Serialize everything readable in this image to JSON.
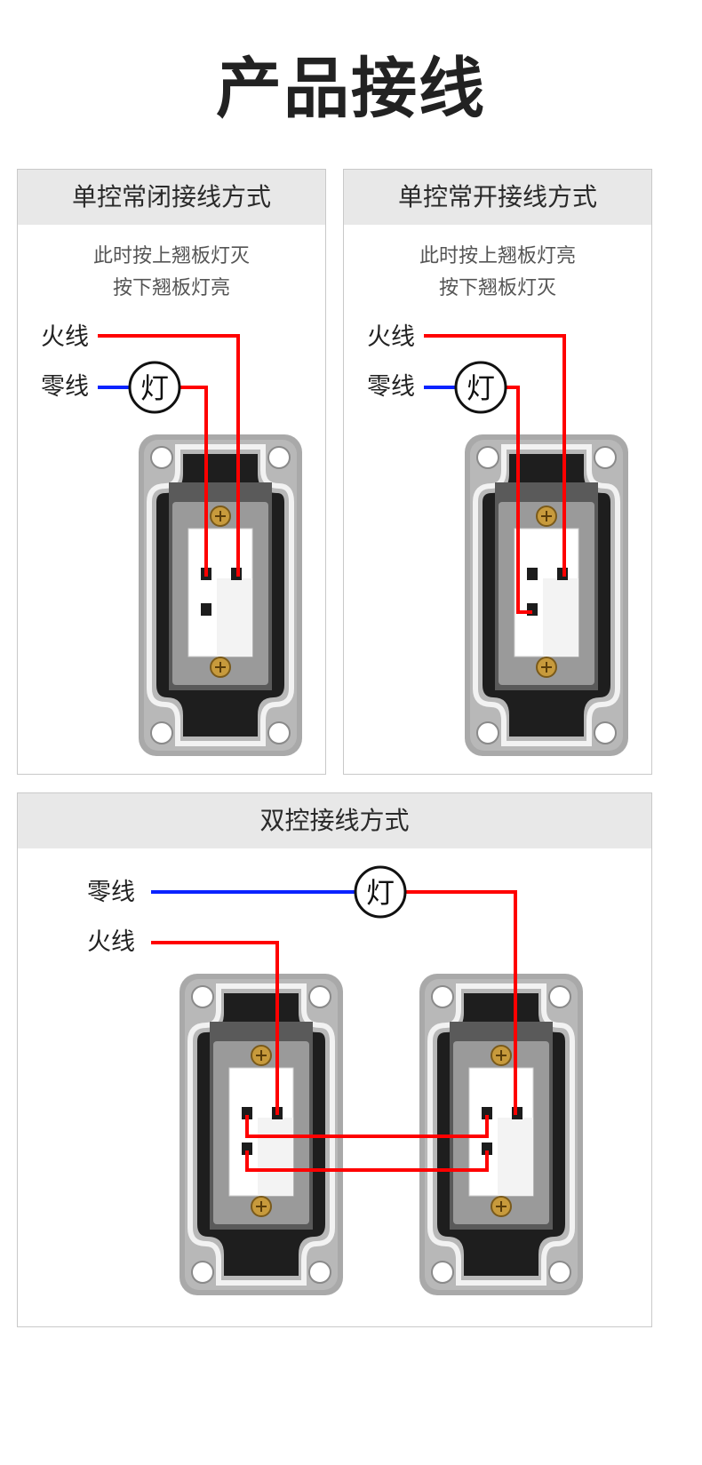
{
  "page_title": "产品接线",
  "panels": {
    "nc": {
      "title": "单控常闭接线方式",
      "desc": [
        "此时按上翘板灯灭",
        "按下翘板灯亮"
      ]
    },
    "no": {
      "title": "单控常开接线方式",
      "desc": [
        "此时按上翘板灯亮",
        "按下翘板灯灭"
      ]
    },
    "dual": {
      "title": "双控接线方式"
    }
  },
  "labels": {
    "live": "火线",
    "neutral": "零线",
    "lamp": "灯"
  },
  "colors": {
    "live_wire": "#ff0000",
    "neutral_wire": "#0a23ff",
    "header_bg": "#e8e8e8"
  }
}
